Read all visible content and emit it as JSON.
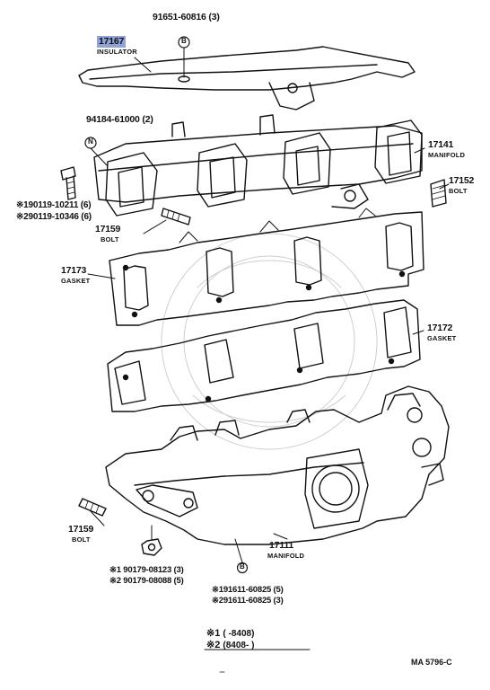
{
  "parts": {
    "insulator": {
      "number": "17167",
      "name": "INSULATOR"
    },
    "manifold_upper": {
      "number": "17141",
      "name": "MANIFOLD"
    },
    "bolt_right": {
      "number": "17152",
      "name": "BOLT"
    },
    "bolt_upper": {
      "number": "17159",
      "name": "BOLT"
    },
    "gasket_left": {
      "number": "17173",
      "name": "GASKET"
    },
    "gasket_right": {
      "number": "17172",
      "name": "GASKET"
    },
    "bolt_lower": {
      "number": "17159",
      "name": "BOLT"
    },
    "manifold_lower": {
      "number": "17111",
      "name": "MANIFOLD"
    }
  },
  "callouts": {
    "top_nut": "91651-60816 (3)",
    "top_nut_marker": "B",
    "stud": "94184-61000 (2)",
    "stud_marker": "N",
    "bolt_a": "※190119-10211 (6)",
    "bolt_b": "※290119-10346 (6)",
    "nut_a": "※1 90179-08123 (3)",
    "nut_b": "※2 90179-08088 (5)",
    "bottom_marker": "B",
    "washer_a": "※191611-60825 (5)",
    "washer_b": "※291611-60825 (3)"
  },
  "legend": {
    "row1_mark": "※1",
    "row1_range": "(      -8408)",
    "row2_mark": "※2",
    "row2_range": "(8408-        )"
  },
  "catalog_code": "MA 5796-C"
}
